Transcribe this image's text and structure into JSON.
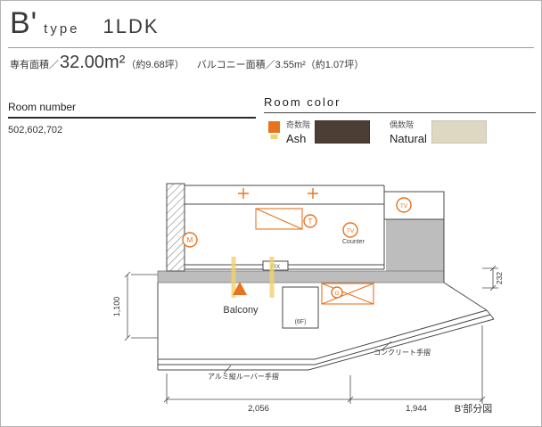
{
  "colors": {
    "accent_orange": "#e8731e",
    "accent_yellow": "#f3d26b",
    "plan_gray": "#bdbdbd",
    "ash_swatch": "#4d3e35",
    "natural_swatch": "#ded7c1"
  },
  "header": {
    "type_letter": "B'",
    "type_word": "type",
    "layout": "1LDK",
    "area_prefix": "専有面積／",
    "area_value": "32.00m²",
    "area_note": "（約9.68坪）",
    "balcony_area": "バルコニー面積／3.55m²（約1.07坪）"
  },
  "room_number": {
    "label": "Room number",
    "value": "502,602,702"
  },
  "room_color": {
    "label": "Room color",
    "odd": {
      "floor": "奇数階",
      "name": "Ash",
      "hex": "#4d3e35"
    },
    "even": {
      "floor": "偶数階",
      "name": "Natural",
      "hex": "#ded7c1"
    }
  },
  "plan": {
    "balcony": "Balcony",
    "counter": "Counter",
    "fix": "FIX",
    "floor_note": "(6F)",
    "sym_m": "M",
    "sym_t": "T",
    "sym_tv": "TV",
    "sym_tv2": "TV",
    "sym_g": "G",
    "dim_depth": "1,100",
    "dim_right": "232",
    "dim_bottom_left": "2,056",
    "dim_bottom_right": "1,944",
    "label_concrete": "コンクリート手摺",
    "label_louver": "アルミ縦ルーバー手摺",
    "caption": "B'部分図"
  }
}
